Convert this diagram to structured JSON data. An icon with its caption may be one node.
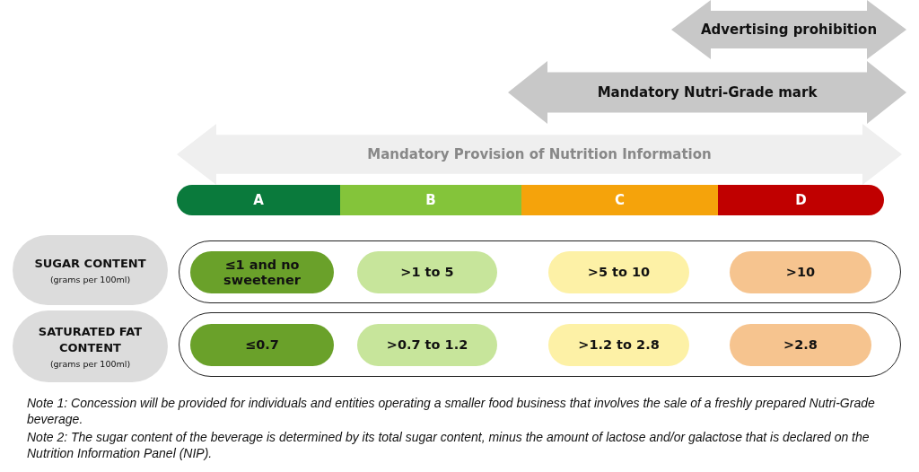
{
  "diagram": {
    "nodes": [
      {
        "text": [
          "Advertising prohibition"
        ]
      },
      {
        "text": [
          "Mandatory Nutri-Grade mark"
        ]
      },
      {
        "text": [
          "Mandatory Provision of Nutrition Information"
        ]
      },
      {
        "text": [
          "A"
        ]
      },
      {
        "text": [
          "B"
        ]
      },
      {
        "text": [
          "C"
        ]
      },
      {
        "text": [
          "D"
        ]
      },
      {
        "text": [
          "SUGAR CONTENT",
          "(grams per 100ml)"
        ]
      },
      {
        "text": [],
        "shape": "box"
      },
      {
        "text": [
          "≤1 and no sweetener"
        ],
        "in": 8
      },
      {
        "text": [
          ">1 to 5"
        ],
        "in": 8
      },
      {
        "text": [
          ">5 to 10"
        ],
        "in": 8
      },
      {
        "text": [
          ">10"
        ],
        "in": 8
      },
      {
        "text": [
          "SATURATED FAT CONTENT",
          "(grams per 100ml)"
        ]
      },
      {
        "text": [],
        "shape": "box"
      },
      {
        "text": [
          "≤0.7"
        ],
        "in": 14
      },
      {
        "text": [
          ">0.7 to 1.2"
        ],
        "in": 14
      },
      {
        "text": [
          ">1.2 to 2.8"
        ],
        "in": 14
      },
      {
        "text": [
          ">2.8"
        ],
        "in": 14
      }
    ],
    "labels": [
      "Note 1: Concession will be provided for individuals and entities operating a smaller food business that involves the sale of a freshly prepared Nutri-Grade beverage.",
      "Note 2: The sugar content of the beverage is determined by its total sugar content, minus the amount of lactose and/or galactose that is declared on the Nutrition Information Panel (NIP)."
    ]
  }
}
